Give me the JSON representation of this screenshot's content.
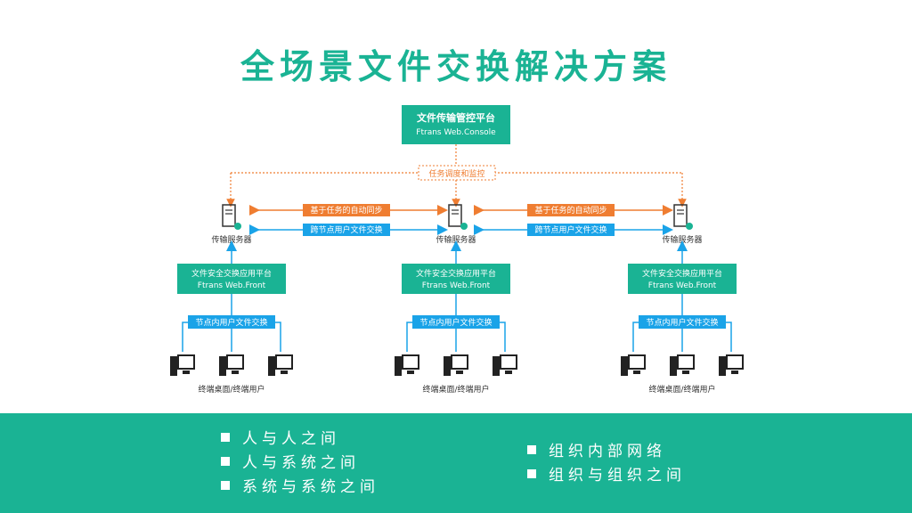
{
  "title": "全场景文件交换解决方案",
  "console": {
    "name": "文件传输管控平台",
    "sub": "Ftrans Web.Console"
  },
  "monitor_label": "任务调度和监控",
  "server_label": "传输服务器",
  "sync_label": "基于任务的自动同步",
  "cross_label": "跨节点用户文件交换",
  "front": {
    "name": "文件安全交换应用平台",
    "sub": "Ftrans Web.Front"
  },
  "intra_label": "节点内用户文件交换",
  "terminal_label": "终端桌面/终端用户",
  "colors": {
    "accent": "#1ab394",
    "orange": "#ef7d31",
    "blue": "#1aa3e8"
  },
  "bullets_left": [
    "人与人之间",
    "人与系统之间",
    "系统与系统之间"
  ],
  "bullets_right": [
    "组织内部网络",
    "组织与组织之间"
  ]
}
